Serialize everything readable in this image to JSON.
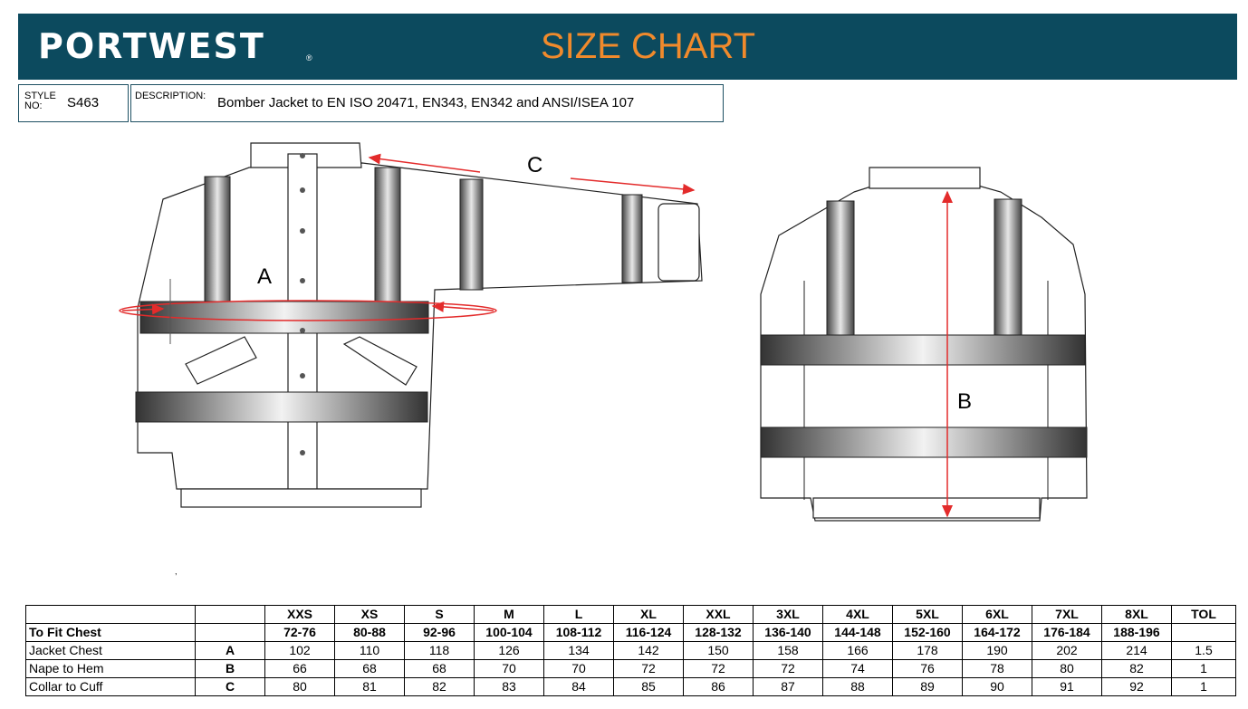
{
  "header": {
    "logo": "PORTWEST",
    "logo_mark": "®",
    "title": "SIZE CHART",
    "banner_color": "#0c4a5e",
    "title_color": "#f08a2c"
  },
  "style": {
    "label_line1": "STYLE",
    "label_line2": "NO:",
    "value": "S463"
  },
  "description": {
    "label": "DESCRIPTION:",
    "value": "Bomber Jacket to EN ISO 20471, EN343, EN342 and ANSI/ISEA 107"
  },
  "diagram": {
    "label_a": "A",
    "label_b": "B",
    "label_c": "C",
    "stray_mark": ",",
    "arrow_color": "#e32b2b"
  },
  "table": {
    "sizes": [
      "XXS",
      "XS",
      "S",
      "M",
      "L",
      "XL",
      "XXL",
      "3XL",
      "4XL",
      "5XL",
      "6XL",
      "7XL",
      "8XL"
    ],
    "tol_header": "TOL",
    "fit_label": "To Fit Chest",
    "fit_values": [
      "72-76",
      "80-88",
      "92-96",
      "100-104",
      "108-112",
      "116-124",
      "128-132",
      "136-140",
      "144-148",
      "152-160",
      "164-172",
      "176-184",
      "188-196"
    ],
    "rows": [
      {
        "label": "Jacket Chest",
        "code": "A",
        "values": [
          "102",
          "110",
          "118",
          "126",
          "134",
          "142",
          "150",
          "158",
          "166",
          "178",
          "190",
          "202",
          "214"
        ],
        "tol": "1.5"
      },
      {
        "label": "Nape to Hem",
        "code": "B",
        "values": [
          "66",
          "68",
          "68",
          "70",
          "70",
          "72",
          "72",
          "72",
          "74",
          "76",
          "78",
          "80",
          "82"
        ],
        "tol": "1"
      },
      {
        "label": "Collar to Cuff",
        "code": "C",
        "values": [
          "80",
          "81",
          "82",
          "83",
          "84",
          "85",
          "86",
          "87",
          "88",
          "89",
          "90",
          "91",
          "92"
        ],
        "tol": "1"
      }
    ]
  }
}
